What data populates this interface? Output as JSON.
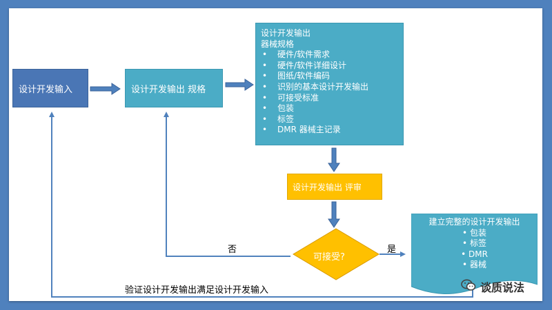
{
  "input": {
    "label": "设计开发输入"
  },
  "spec": {
    "label": "设计开发输出 规格"
  },
  "output": {
    "title": "设计开发输出",
    "subtitle": "器械规格",
    "items": [
      "硬件/软件需求",
      "硬件/软件详细设计",
      "图纸/软件编码",
      "识别的基本设计开发输出",
      "可接受标准",
      "包装",
      "标签",
      "DMR 器械主记录"
    ]
  },
  "review": {
    "label": "设计开发输出 评审"
  },
  "decision": {
    "label": "可接受?"
  },
  "edges": {
    "no": "否",
    "yes": "是",
    "verify": "验证设计开发输出满足设计开发输入"
  },
  "doc": {
    "title": "建立完整的设计开发输出",
    "items": [
      "包装",
      "标签",
      "DMR",
      "器械"
    ]
  },
  "watermark": {
    "text": "谈质说法",
    "icon": "wechat-icon"
  },
  "colors": {
    "background": "#4f81bd",
    "input_box": "#4a76b5",
    "teal_box": "#4bacc6",
    "review_box": "#ffc000",
    "decision": "#ffc000",
    "arrow": "#4f81bd"
  }
}
